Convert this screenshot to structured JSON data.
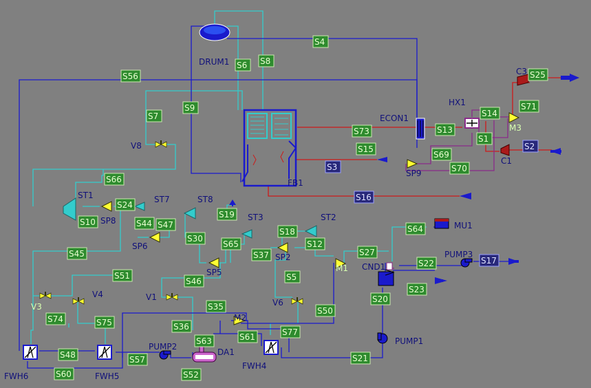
{
  "colors": {
    "background": "#808080",
    "water": "#1a1acc",
    "steam": "#33cccc",
    "flue_gas": "#cc1a1a",
    "air": "#8a2a8a",
    "stream_label_fill": "#2e8b2e",
    "feed_label_fill": "#28287a"
  },
  "blocks": {
    "drum1": "DRUM1",
    "econ1": "ECON1",
    "hx1": "HX1",
    "c3": "C3",
    "m3": "M3",
    "c1": "C1",
    "sp9": "SP9",
    "fb1": "FB1",
    "v8": "V8",
    "st1": "ST1",
    "sp8": "SP8",
    "st7": "ST7",
    "st8": "ST8",
    "sp6": "SP6",
    "st3": "ST3",
    "sp5": "SP5",
    "st2": "ST2",
    "sp2": "SP2",
    "m1": "M1",
    "mu1": "MU1",
    "pump3": "PUMP3",
    "cnd1": "CND1",
    "v3": "V3",
    "v4": "V4",
    "v1": "V1",
    "v6": "V6",
    "m2": "M2",
    "pump1": "PUMP1",
    "pump2": "PUMP2",
    "da1": "DA1",
    "fwh4": "FWH4",
    "fwh5": "FWH5",
    "fwh6": "FWH6"
  },
  "streams": {
    "s1": "S1",
    "s2": "S2",
    "s3": "S3",
    "s4": "S4",
    "s5": "S5",
    "s6": "S6",
    "s7": "S7",
    "s8": "S8",
    "s9": "S9",
    "s10": "S10",
    "s12": "S12",
    "s13": "S13",
    "s14": "S14",
    "s15": "S15",
    "s16": "S16",
    "s17": "S17",
    "s18": "S18",
    "s19": "S19",
    "s20": "S20",
    "s21": "S21",
    "s22": "S22",
    "s23": "S23",
    "s24": "S24",
    "s25": "S25",
    "s27": "S27",
    "s30": "S30",
    "s35": "S35",
    "s36": "S36",
    "s37": "S37",
    "s44": "S44",
    "s45": "S45",
    "s46": "S46",
    "s47": "S47",
    "s48": "S48",
    "s50": "S50",
    "s51": "S51",
    "s52": "S52",
    "s56": "S56",
    "s57": "S57",
    "s60": "S60",
    "s61": "S61",
    "s63": "S63",
    "s64": "S64",
    "s65": "S65",
    "s66": "S66",
    "s69": "S69",
    "s70": "S70",
    "s71": "S71",
    "s73": "S73",
    "s74": "S74",
    "s75": "S75",
    "s77": "S77"
  }
}
